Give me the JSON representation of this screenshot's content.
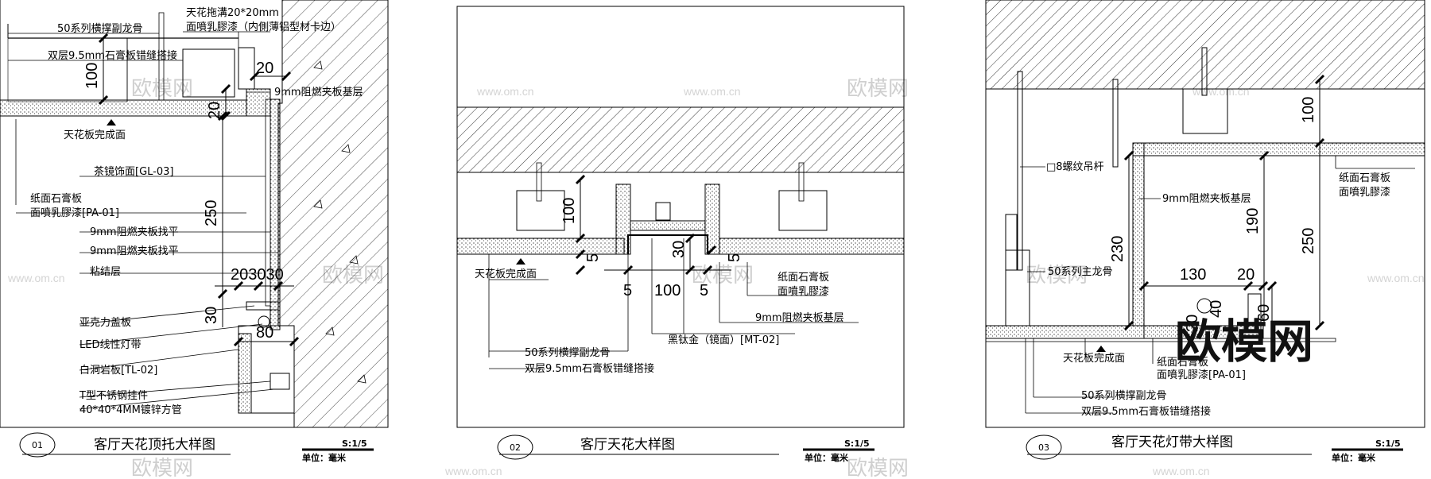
{
  "panel1": {
    "labels": {
      "l1": "50系列横撑副龙骨",
      "l2": "天花拖溝20*20mm",
      "l3": "面噴乳膠漆（内側薄铝型材卡边）",
      "l4": "双层9.5mm石膏板错缝搭接",
      "l5": "9mm阻燃夹板基层",
      "l6": "天花板完成面",
      "l7": "茶镜饰面[GL-03]",
      "l8": "纸面石膏板",
      "l9": "面噴乳膠漆[PA-01]",
      "l10": "9mm阻燃夹板找平",
      "l11": "9mm阻燃夹板找平",
      "l12": "粘结层",
      "l13": "亚克力盖板",
      "l14": "LED线性灯带",
      "l15": "白洞岩板[TL-02]",
      "l16": "T型不锈钢挂件",
      "l17": "40*40*4MM镀锌方管"
    },
    "dims": {
      "d100": "100",
      "d20a": "20",
      "d20b": "20",
      "d250": "250",
      "d203030": "203030",
      "d30": "30",
      "d80": "80"
    },
    "number": "01",
    "title": "客厅天花顶托大样图",
    "scale": "S:1/5",
    "unit": "单位：毫米"
  },
  "panel2": {
    "labels": {
      "l1": "天花板完成面",
      "l2": "纸面石膏板",
      "l3": "面噴乳膠漆",
      "l4": "9mm阻燃夹板基层",
      "l5": "黑钛金（镜面）[MT-02]",
      "l6": "50系列横撑副龙骨",
      "l7": "双层9.5mm石膏板错缝搭接"
    },
    "dims": {
      "d100": "100",
      "d30": "30",
      "d5a": "5",
      "d5b": "5",
      "d5c": "5",
      "d5d": "5",
      "d100b": "100"
    },
    "number": "02",
    "title": "客厅天花大样图",
    "scale": "S:1/5",
    "unit": "单位：毫米"
  },
  "panel3": {
    "labels": {
      "l1": "□8螺纹吊杆",
      "l2": "纸面石膏板",
      "l3": "面噴乳膠漆",
      "l4": "9mm阻燃夹板基层",
      "l5": "50系列主龙骨",
      "l6": "天花板完成面",
      "l7": "纸面石膏板",
      "l8": "面噴乳膠漆[PA-01]",
      "l9": "50系列横撑副龙骨",
      "l10": "双层9.5mm石膏板错缝搭接"
    },
    "dims": {
      "d100": "100",
      "d230": "230",
      "d190": "190",
      "d250": "250",
      "d130": "130",
      "d20": "20",
      "d40": "40",
      "d60": "60",
      "d20b": "20"
    },
    "number": "03",
    "title": "客厅天花灯带大样图",
    "scale": "S:1/5",
    "unit": "单位：毫米"
  },
  "watermarks": {
    "cn": "欧模网",
    "url": "www.om.cn",
    "logo": "欧模网"
  }
}
